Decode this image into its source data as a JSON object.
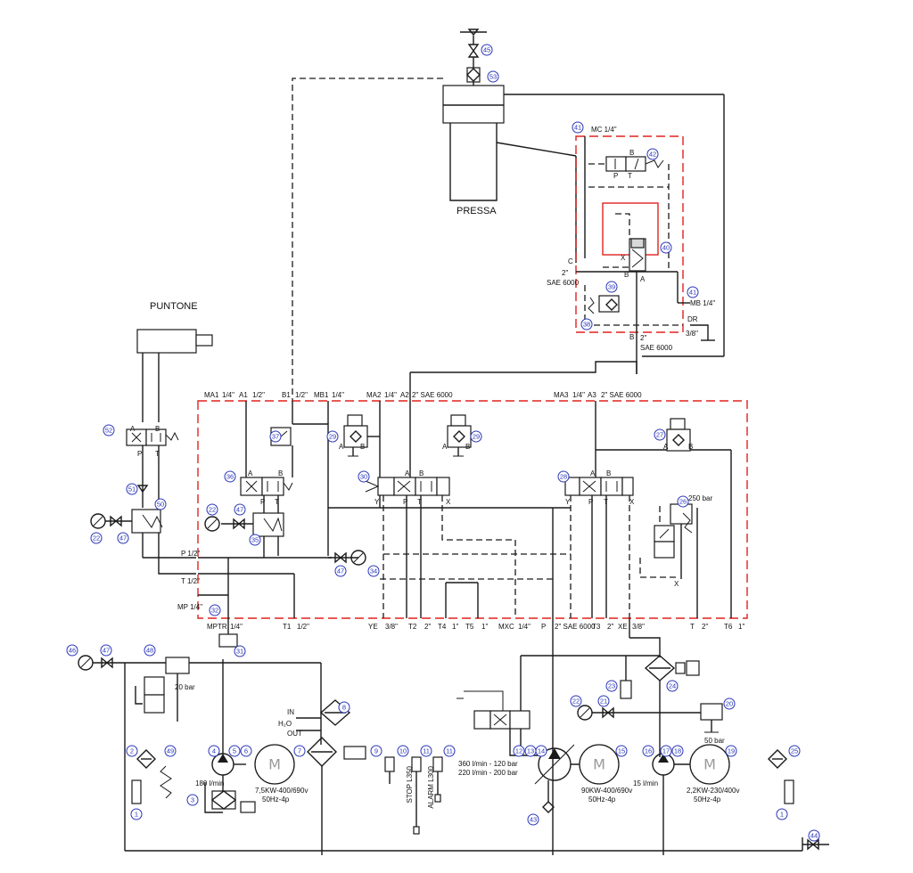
{
  "labels": {
    "pressa": "PRESSA",
    "puntone": "PUNTONE",
    "mc": "MC 1/4\"",
    "mb": "MB 1/4\"",
    "c_port": "C",
    "sae_top": "2\"",
    "sae_top2": "SAE 6000",
    "b_port": "B",
    "b_sae": "2\"",
    "b_sae2": "SAE 6000",
    "dr": "DR",
    "dr_size": "3/8\"",
    "x": "X",
    "a": "A",
    "b": "B",
    "p": "P",
    "t": "T",
    "y": "Y",
    "ma1": "MA1",
    "ma1_s": "1/4\"",
    "a1": "A1",
    "a1_s": "1/2\"",
    "b1": "B1",
    "b1_s": "1/2\"",
    "mb1": "MB1",
    "mb1_s": "1/4\"",
    "ma2": "MA2",
    "ma2_s": "1/4\"",
    "a2": "A2",
    "a2_s": "2\" SAE 6000",
    "ma3": "MA3",
    "ma3_s": "1/4\"",
    "a3": "A3",
    "a3_s": "2\" SAE 6000",
    "p_half": "P 1/2\"",
    "t_half": "T 1/2\"",
    "mp": "MP 1/4\"",
    "mptr": "MPTR",
    "mptr_s": "1/4\"",
    "t1": "T1",
    "t1_s": "1/2\"",
    "ye": "YE",
    "ye_s": "3/8\"",
    "t2": "T2",
    "t2_s": "2\"",
    "t4": "T4",
    "t4_s": "1\"",
    "t5": "T5",
    "t5_s": "1\"",
    "mxc": "MXC",
    "mxc_s": "1/4\"",
    "p_main": "P",
    "p_main_s": "2\" SAE 6000",
    "t3": "T3",
    "t3_s": "2\"",
    "xe": "XE",
    "xe_s": "3/8\"",
    "t_r": "T",
    "t_r_s": "2\"",
    "t6": "T6",
    "t6_s": "1\"",
    "bar250": "250 bar",
    "bar20": "20 bar",
    "bar50": "50 bar",
    "in": "IN",
    "h2o": "H₂O",
    "out": "OUT",
    "stop": "STOP L350",
    "alarm": "ALARM L300",
    "flow1": "360 l/min - 120 bar",
    "flow2": "220 l/min - 200 bar",
    "flow180": "180 l/min",
    "flow15": "15 l/min",
    "motor1": "7,5KW-400/690v",
    "motor1b": "50Hz-4p",
    "motor2": "90KW-400/690v",
    "motor2b": "50Hz-4p",
    "motor3": "2,2KW-230/400v",
    "motor3b": "50Hz-4p",
    "m": "M"
  },
  "balloons": [
    "45",
    "53",
    "41",
    "42",
    "40",
    "39",
    "38",
    "41",
    "37",
    "29",
    "29",
    "30",
    "28",
    "27",
    "26",
    "36",
    "35",
    "52",
    "51",
    "50",
    "22",
    "47",
    "22",
    "47",
    "47",
    "34",
    "32",
    "31",
    "46",
    "47",
    "48",
    "8",
    "9",
    "10",
    "11",
    "11",
    "2",
    "49",
    "4",
    "5",
    "6",
    "7",
    "3",
    "1",
    "23",
    "24",
    "22",
    "21",
    "20",
    "12",
    "13",
    "14",
    "15",
    "16",
    "17",
    "18",
    "19",
    "43",
    "25",
    "1",
    "44"
  ]
}
